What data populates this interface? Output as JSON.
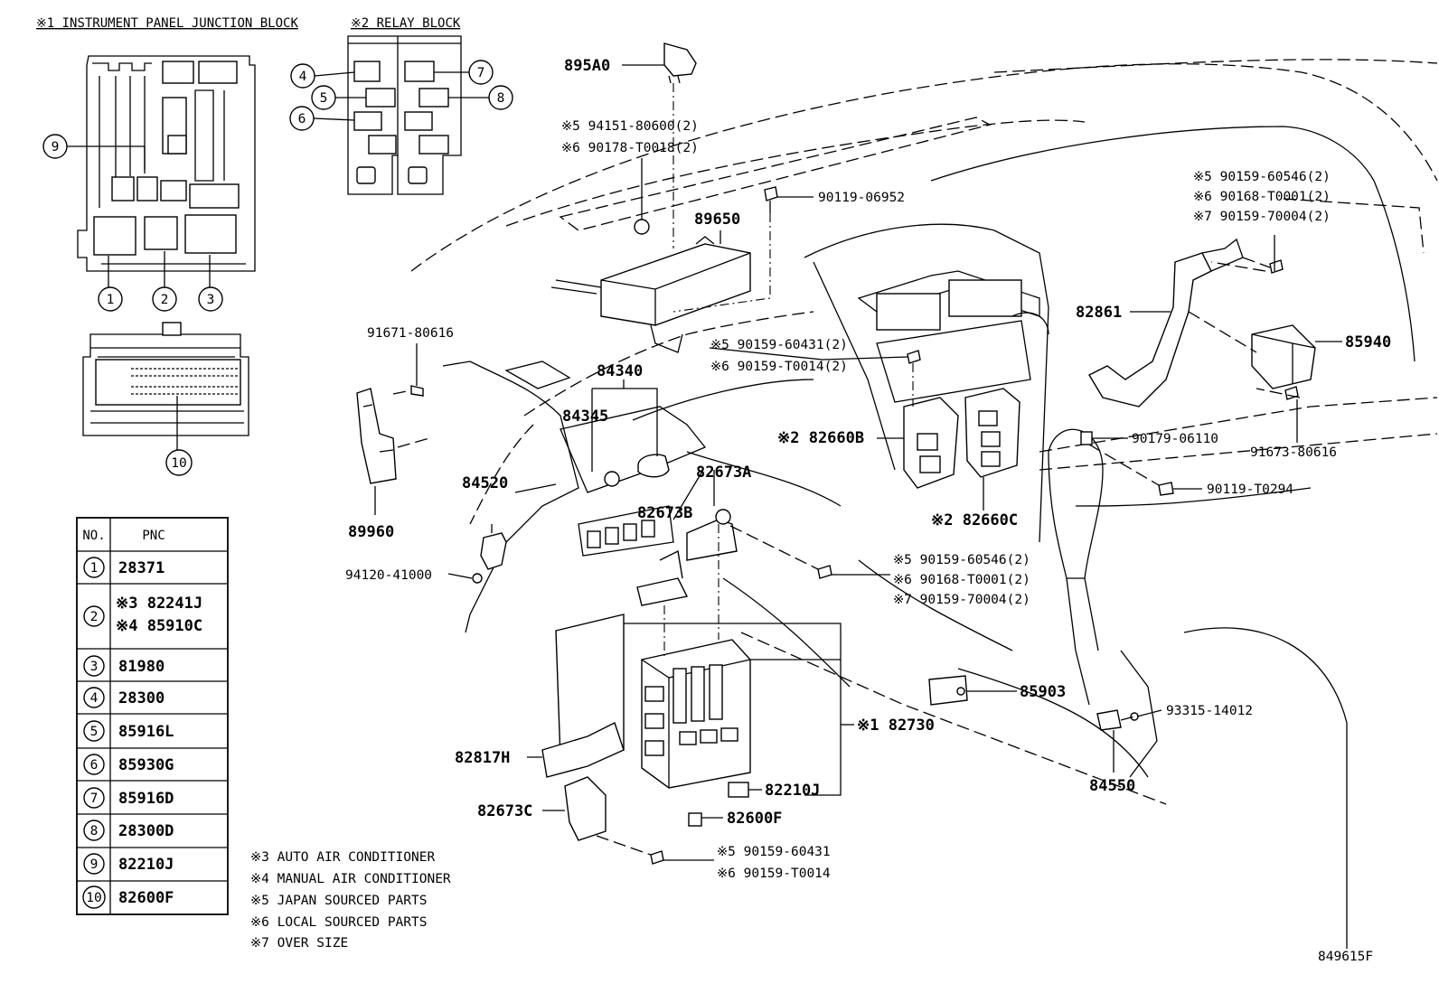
{
  "headers": {
    "junction_block": "※1 INSTRUMENT PANEL JUNCTION BLOCK",
    "relay_block": "※2 RELAY BLOCK"
  },
  "callout_numbers": [
    "1",
    "2",
    "3",
    "4",
    "5",
    "6",
    "7",
    "8",
    "9",
    "10"
  ],
  "part_labels": {
    "p895a0": "895A0",
    "p94151": "※5 94151-80600(2)",
    "p90178": "※6 90178-T0018(2)",
    "p90119_06952": "90119-06952",
    "p89650": "89650",
    "p91671": "91671-80616",
    "p84340": "84340",
    "p84345": "84345",
    "p90159_60431_2": "※5 90159-60431(2)",
    "p90159_T0014_2": "※6 90159-T0014(2)",
    "p82660b": "※2 82660B",
    "p82673a": "82673A",
    "p84520": "84520",
    "p82673b": "82673B",
    "p89960": "89960",
    "p94120": "94120-41000",
    "p82660c": "※2 82660C",
    "p90159_60546_r": "※5 90159-60546(2)",
    "p90168_T0001_r": "※6 90168-T0001(2)",
    "p90159_70004_r": "※7 90159-70004(2)",
    "p82861": "82861",
    "p85940": "85940",
    "p90179": "90179-06110",
    "p91673": "91673-80616",
    "p90119_T0294": "90119-T0294",
    "p90159_60546_m": "※5 90159-60546(2)",
    "p90168_T0001_m": "※6 90168-T0001(2)",
    "p90159_70004_m": "※7 90159-70004(2)",
    "p85903": "85903",
    "p93315": "93315-14012",
    "p82730": "※1 82730",
    "p82817h": "82817H",
    "p82210j": "82210J",
    "p82673c": "82673C",
    "p82600f": "82600F",
    "p84550": "84550",
    "p90159_60431_b": "※5 90159-60431",
    "p90159_T0014_b": "※6 90159-T0014"
  },
  "table": {
    "col_no": "NO.",
    "col_pnc": "PNC",
    "rows": [
      {
        "no": "1",
        "pnc": [
          "28371"
        ]
      },
      {
        "no": "2",
        "pnc": [
          "※3 82241J",
          "※4 85910C"
        ]
      },
      {
        "no": "3",
        "pnc": [
          "81980"
        ]
      },
      {
        "no": "4",
        "pnc": [
          "28300"
        ]
      },
      {
        "no": "5",
        "pnc": [
          "85916L"
        ]
      },
      {
        "no": "6",
        "pnc": [
          "85930G"
        ]
      },
      {
        "no": "7",
        "pnc": [
          "85916D"
        ]
      },
      {
        "no": "8",
        "pnc": [
          "28300D"
        ]
      },
      {
        "no": "9",
        "pnc": [
          "82210J"
        ]
      },
      {
        "no": "10",
        "pnc": [
          "82600F"
        ]
      }
    ]
  },
  "notes": [
    "※3 AUTO AIR CONDITIONER",
    "※4 MANUAL AIR CONDITIONER",
    "※5 JAPAN SOURCED PARTS",
    "※6 LOCAL SOURCED PARTS",
    "※7 OVER SIZE"
  ],
  "figure_id": "849615F"
}
